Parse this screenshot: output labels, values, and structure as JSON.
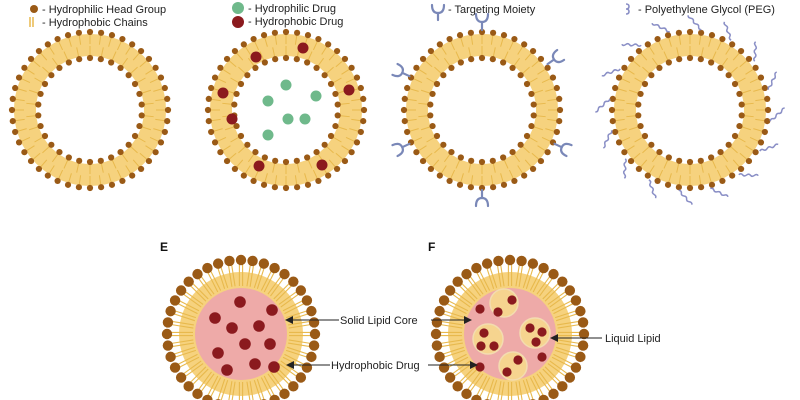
{
  "colors": {
    "head": "#9a5a16",
    "head_stroke": "#7a4410",
    "tail": "#e8b94d",
    "membrane_fill": "#f6d27e",
    "hydrophilic_drug": "#6fb98b",
    "hydrophobic_drug": "#8b1a1e",
    "targeting": "#7a88b8",
    "peg": "#8a8fc6",
    "solid_core": "#eeaaa8",
    "liquid_lipid": "#f6d48f",
    "arrow": "#222222"
  },
  "legend": {
    "a_head": "- Hydrophilic Head Group",
    "a_tail": "- Hydrophobic Chains",
    "b_hydrophilic": "- Hydrophilic Drug",
    "b_hydrophobic": "- Hydrophobic Drug",
    "c_targeting": "- Targeting Moiety",
    "d_peg": "- Polyethylene Glycol (PEG)"
  },
  "panels": {
    "e_letter": "E",
    "f_letter": "F"
  },
  "annotations": {
    "solid_lipid_core": "Solid Lipid Core",
    "hydrophobic_drug": "Hydrophobic Drug",
    "liquid_lipid": "Liquid Lipid"
  }
}
